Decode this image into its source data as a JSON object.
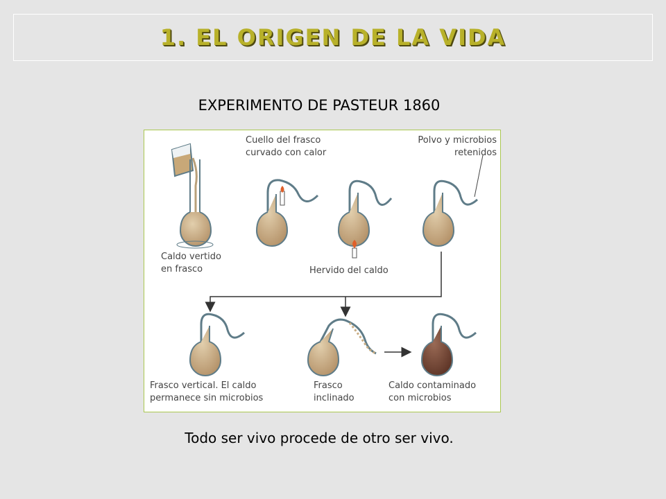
{
  "title": "1. EL ORIGEN DE LA VIDA",
  "subtitle": "EXPERIMENTO DE PASTEUR 1860",
  "figure": {
    "labels": {
      "cuello_1": "Cuello del frasco",
      "cuello_2": "curvado con calor",
      "polvo_1": "Polvo y microbios",
      "polvo_2": "retenidos",
      "caldo_1": "Caldo vertido",
      "caldo_2": "en frasco",
      "hervido": "Hervido del caldo",
      "vertical_1": "Frasco vertical. El caldo",
      "vertical_2": "permanece sin microbios",
      "inclinado_1": "Frasco",
      "inclinado_2": "inclinado",
      "contaminado_1": "Caldo contaminado",
      "contaminado_2": "con microbios"
    },
    "colors": {
      "broth": "#c9ad83",
      "contaminated": "#7a4c3a",
      "glass": "#5f7c88",
      "arrow": "#333333"
    }
  },
  "caption": "Todo ser vivo procede de otro ser vivo."
}
